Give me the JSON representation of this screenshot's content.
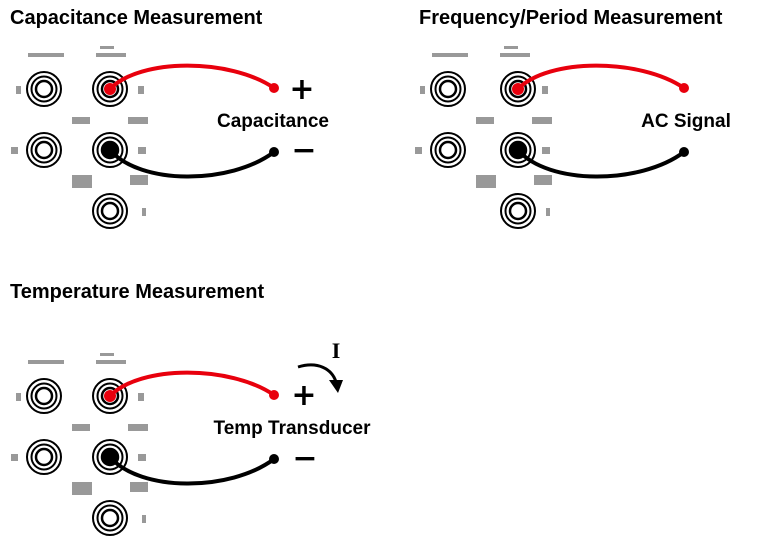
{
  "panels": [
    {
      "id": "capacitance",
      "title": "Capacitance Measurement",
      "label": "Capacitance",
      "plus": "+",
      "minus": "−",
      "current": ""
    },
    {
      "id": "frequency",
      "title": "Frequency/Period Measurement",
      "label": "AC Signal",
      "plus": "",
      "minus": "",
      "current": ""
    },
    {
      "id": "temperature",
      "title": "Temperature Measurement",
      "label": "Temp Transducer",
      "plus": "+",
      "minus": "−",
      "current": "I"
    }
  ],
  "colors": {
    "hi_lead": "#e8000d",
    "lo_lead": "#000000",
    "terminal": "#000000"
  },
  "icons": [
    "banana-jack-terminal",
    "test-lead",
    "current-arrow-icon"
  ]
}
